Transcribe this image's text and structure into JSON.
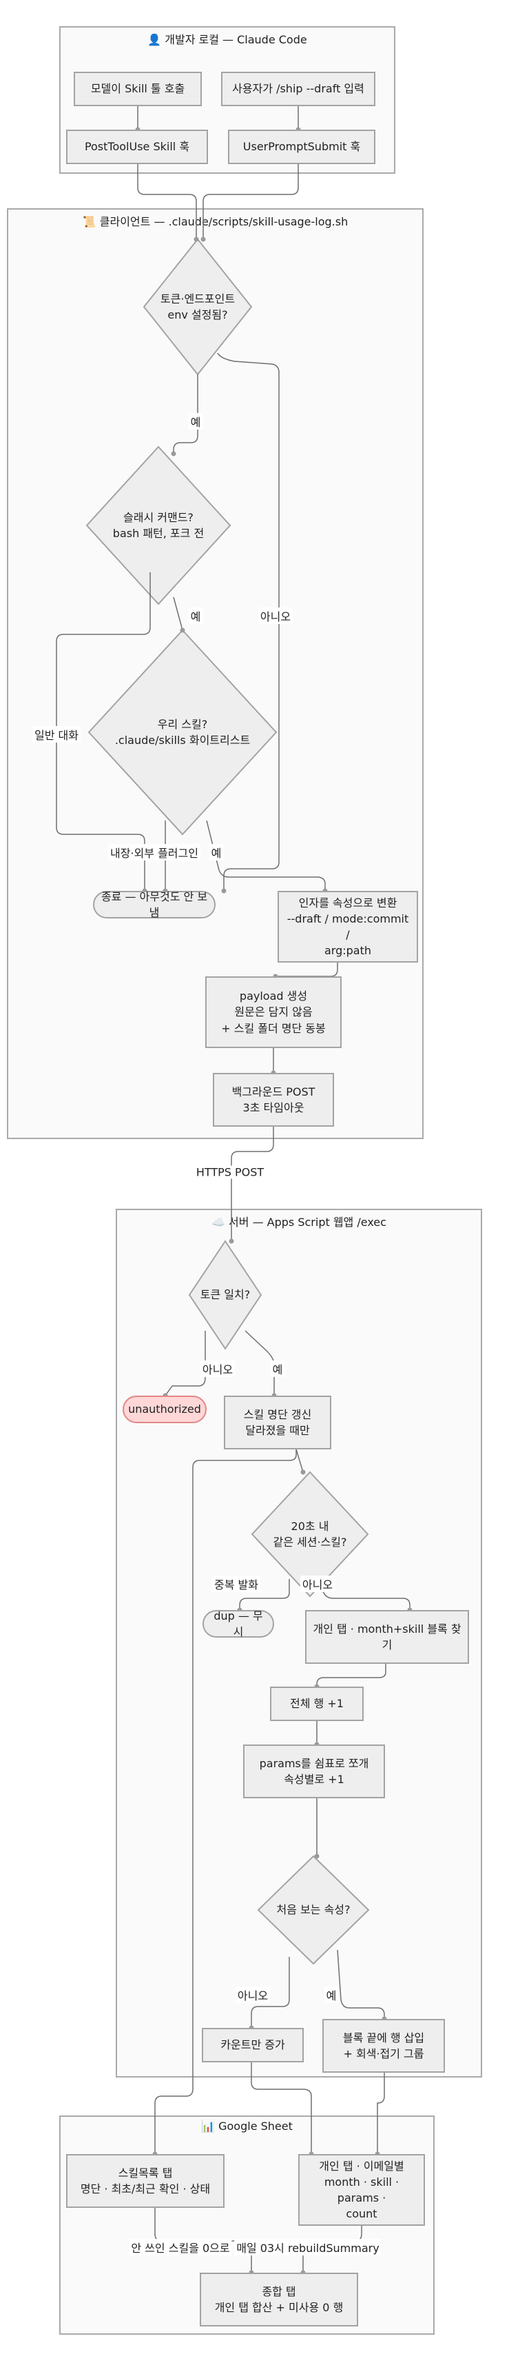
{
  "lanes": {
    "dev": "👤 개발자 로컬 — Claude Code",
    "client": "📜 클라이언트 — .claude/scripts/skill-usage-log.sh",
    "server": "☁️ 서버 — Apps Script 웹앱 /exec",
    "sheet": "📊 Google Sheet"
  },
  "nodes": {
    "model_call": "모델이 Skill 툴 호출",
    "user_input": "사용자가 /ship --draft 입력",
    "post_hook": "PostToolUse Skill 훅",
    "prompt_hook": "UserPromptSubmit 훅",
    "end": "종료 — 아무것도 안 보냄",
    "args": "인자를 속성으로 변환\n--draft / mode:commit /\narg:path",
    "payload": "payload 생성\n원문은 담지 않음\n+ 스킬 폴더 명단 동봉",
    "bg_post": "백그라운드 POST\n3초 타임아웃",
    "unauthorized": "unauthorized",
    "skill_refresh": "스킬 명단 갱신\n달라졌을 때만",
    "dup": "dup — 무시",
    "personal_tab": "개인 탭 · month+skill 블록 찾기",
    "total_row": "전체 행 +1",
    "params": "params를 쉼표로 쪼개\n속성별로 +1",
    "counter": "카운트만 증가",
    "insert_row": "블록 끝에 행 삽입\n+ 회색·접기 그룹",
    "skill_tab": "스킬목록 탭\n명단 · 최초/최근 확인 · 상태",
    "user_tab": "개인 탭 · 이메일별\nmonth · skill · params ·\ncount",
    "summary_tab": "종합 탭\n개인 탭 합산 + 미사용 0 행"
  },
  "decisions": {
    "token_env": "토큰·엔드포인트\nenv 설정됨?",
    "slash_cmd": "슬래시 커맨드?\nbash 패턴, 포크 전",
    "our_skill": "우리 스킬?\n.claude/skills 화이트리스트",
    "token_match": "토큰 일치?",
    "within_20s": "20초 내\n같은 세션·스킬?",
    "first_attr": "처음 보는 속성?"
  },
  "edge_labels": {
    "yes1": "예",
    "yes2": "예",
    "no_token": "아니오",
    "normal_chat": "일반 대화",
    "builtin_plugin": "내장·외부 플러그인",
    "yes3": "예",
    "https_post": "HTTPS POST",
    "no_match": "아니오",
    "yes_match": "예",
    "dup_call": "중복 발화",
    "no_20s": "아니오",
    "no_attr": "아니오",
    "yes_attr": "예",
    "unused_zero": "안 쓰인 스킬을 0으로",
    "rebuild": "매일 03시 rebuildSummary"
  }
}
